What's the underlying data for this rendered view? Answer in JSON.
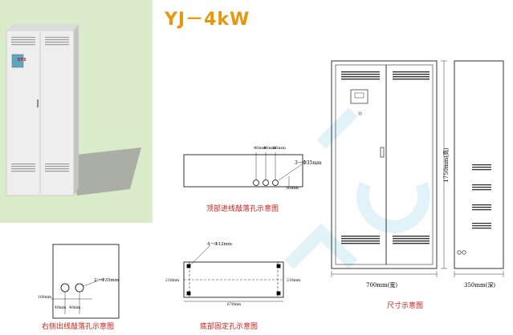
{
  "title": "YJ－4kW",
  "photo": {
    "panel_color": "#d9ebc8",
    "badge": "EPS"
  },
  "top_view": {
    "caption": "顶部进线敲落孔示意图",
    "dim_a": "40mm",
    "dim_b": "40mm",
    "dim_c": "60mm",
    "hole_spec": "3－Φ35mm",
    "height": "50mm"
  },
  "right_view": {
    "caption": "右侧出线敲落孔示意图",
    "hole_spec": "2－Φ35mm",
    "height": "100mm",
    "dim_a": "40mm",
    "dim_b": "40mm"
  },
  "bottom_view": {
    "caption": "底部固定孔示意图",
    "hole_spec": "4－Φ12mm",
    "left_dim": "210mm",
    "right_dim": "210mm",
    "width": "670mm"
  },
  "cabinet": {
    "caption": "尺寸示意图",
    "width_label": "700mm(宽)",
    "depth_label": "350mm(深)",
    "height_label": "1750mm(高)"
  },
  "colors": {
    "title": "#e8960c",
    "caption": "#c7201a",
    "watermark": "#bfe3f2"
  }
}
